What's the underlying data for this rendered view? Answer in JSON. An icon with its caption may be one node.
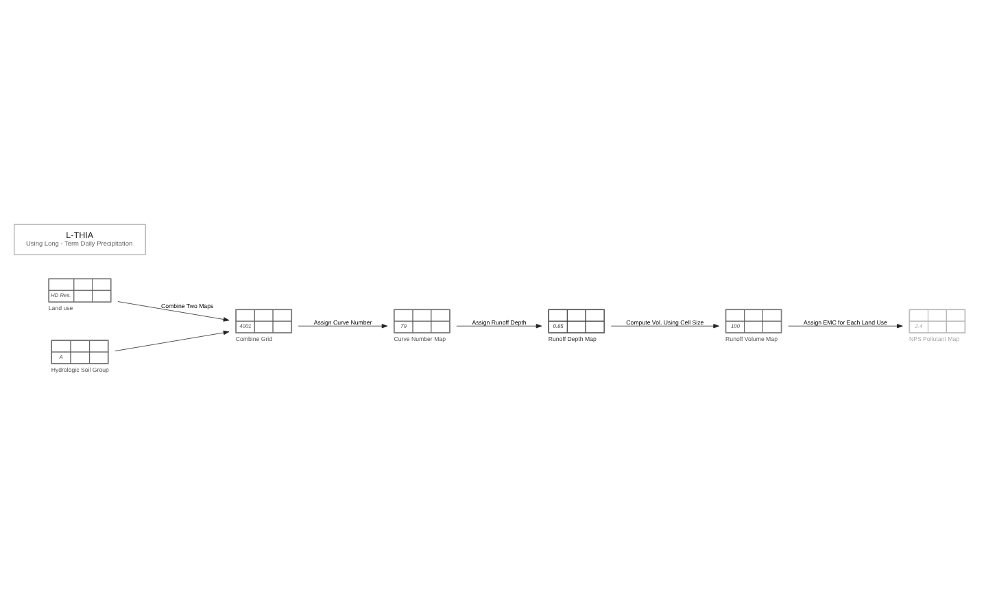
{
  "diagram": {
    "nodes": [
      {
        "text": [
          "HD Res."
        ],
        "beside": [
          "Land use"
        ]
      },
      {
        "text": [
          "A"
        ],
        "beside": [
          "Hydrologic Soil Group"
        ]
      },
      {
        "text": [
          "4001"
        ],
        "beside": [
          "Combine Grid"
        ]
      },
      {
        "text": [
          "79"
        ],
        "beside": [
          "Curve Number Map"
        ]
      },
      {
        "text": [
          "0.85"
        ],
        "beside": [
          "Runoff Depth Map"
        ]
      },
      {
        "text": [
          "100"
        ],
        "beside": [
          "Runoff Volume Map"
        ]
      },
      {
        "text": [
          "2.4"
        ],
        "beside": [
          "NPS Pollutant Map"
        ]
      },
      {
        "text": [
          "L-THIA",
          "Using Long - Term Daily Precipitation"
        ]
      }
    ],
    "edges": [
      {
        "from": 0,
        "to": 2,
        "arrow": "to",
        "label": "Combine Two Maps"
      },
      {
        "from": 1,
        "to": 2,
        "arrow": "to"
      },
      {
        "from": 2,
        "to": 3,
        "arrow": "to",
        "label": "Assign Curve Number"
      },
      {
        "from": 3,
        "to": 4,
        "arrow": "to",
        "label": "Assign Runoff Depth"
      },
      {
        "from": 4,
        "to": 5,
        "arrow": "to",
        "label": "Compute Vol. Using Cell Size"
      },
      {
        "from": 5,
        "to": 6,
        "arrow": "to",
        "label": "Assign EMC for Each Land Use"
      }
    ]
  }
}
